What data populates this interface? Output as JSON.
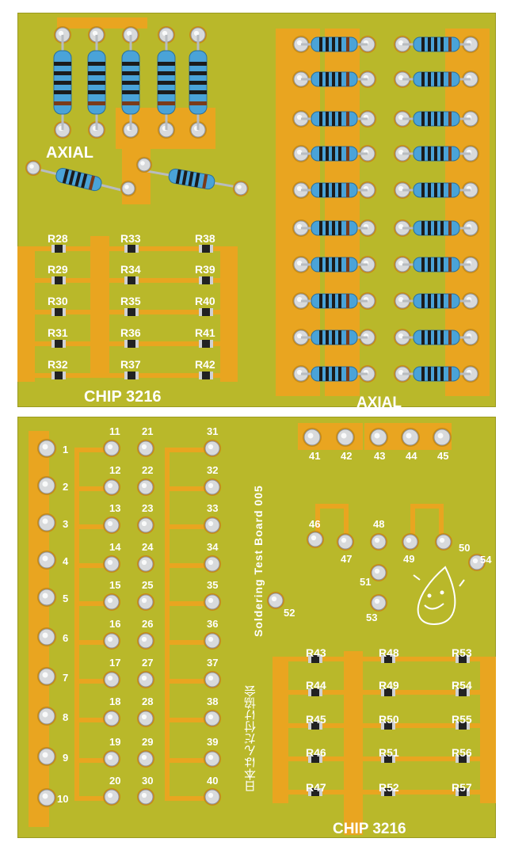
{
  "top_board": {
    "label_axial_left": "AXIAL",
    "label_axial_right": "AXIAL",
    "label_chip": "CHIP 3216",
    "chip_columns": [
      [
        "R28",
        "R29",
        "R30",
        "R31",
        "R32"
      ],
      [
        "R33",
        "R34",
        "R35",
        "R36",
        "R37"
      ],
      [
        "R38",
        "R39",
        "R40",
        "R41",
        "R42"
      ]
    ]
  },
  "bottom_board": {
    "label_chip": "CHIP 3216",
    "board_title": "Soldering  Test  Board  005",
    "maker_jp": "日本はんだ付け協会",
    "pads_left": [
      "1",
      "2",
      "3",
      "4",
      "5",
      "6",
      "7",
      "8",
      "9",
      "10"
    ],
    "pads_col_a": [
      "11",
      "12",
      "13",
      "14",
      "15",
      "16",
      "17",
      "18",
      "19",
      "20"
    ],
    "pads_col_b": [
      "21",
      "22",
      "23",
      "24",
      "25",
      "26",
      "27",
      "28",
      "29",
      "30"
    ],
    "pads_col_c": [
      "31",
      "32",
      "33",
      "34",
      "35",
      "36",
      "37",
      "38",
      "39",
      "40"
    ],
    "pads_misc": [
      "41",
      "42",
      "43",
      "44",
      "45",
      "46",
      "47",
      "48",
      "49",
      "50",
      "51",
      "52",
      "53",
      "54"
    ],
    "chip_columns": [
      [
        "R43",
        "R44",
        "R45",
        "R46",
        "R47"
      ],
      [
        "R48",
        "R49",
        "R50",
        "R51",
        "R52"
      ],
      [
        "R53",
        "R54",
        "R55",
        "R56",
        "R57"
      ]
    ]
  },
  "colors": {
    "board": "#b9b82a",
    "copper": "#e9a520",
    "silk": "#ffffff",
    "resistor_body": "#4aa3d8",
    "solder": "#d8dadc"
  }
}
